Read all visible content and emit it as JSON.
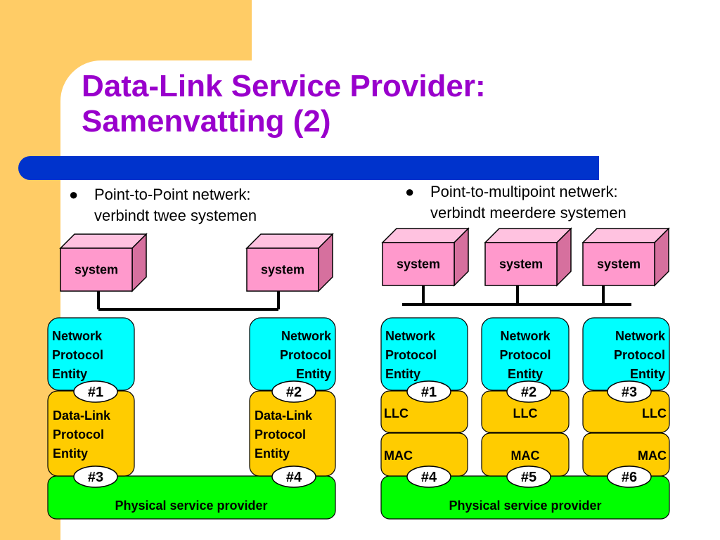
{
  "title": {
    "line1": "Data-Link Service Provider:",
    "line2": "Samenvatting (2)"
  },
  "bullets": [
    {
      "symbol": "●",
      "line1": "Point-to-Point netwerk:",
      "line2": "verbindt twee systemen"
    },
    {
      "symbol": "●",
      "line1": "Point-to-multipoint netwerk:",
      "line2": "verbindt meerdere systemen"
    }
  ],
  "colors": {
    "background_accent": "#FFCC66",
    "title": "#9900CC",
    "title_bar": "#0033CC",
    "system_box": "#FF99CC",
    "network_entity": "#00FFFF",
    "datalink_entity": "#FFCC00",
    "physical_provider": "#00FF00"
  },
  "left": {
    "systems": [
      "system",
      "system"
    ],
    "network_entities": [
      [
        "Network",
        "Protocol",
        "Entity"
      ],
      [
        "Network",
        "Protocol",
        "Entity"
      ]
    ],
    "upper_saps": [
      "#1",
      "#2"
    ],
    "datalink_entities": [
      [
        "Data-Link",
        "Protocol",
        "Entity"
      ],
      [
        "Data-Link",
        "Protocol",
        "Entity"
      ]
    ],
    "lower_saps": [
      "#3",
      "#4"
    ],
    "physical": "Physical service provider"
  },
  "right": {
    "systems": [
      "system",
      "system",
      "system"
    ],
    "network_entities": [
      [
        "Network",
        "Protocol",
        "Entity"
      ],
      [
        "Network",
        "Protocol",
        "Entity"
      ],
      [
        "Network",
        "Protocol",
        "Entity"
      ]
    ],
    "upper_saps": [
      "#1",
      "#2",
      "#3"
    ],
    "llc": [
      "LLC",
      "LLC",
      "LLC"
    ],
    "mac": [
      "MAC",
      "MAC",
      "MAC"
    ],
    "lower_saps": [
      "#4",
      "#5",
      "#6"
    ],
    "physical": "Physical service provider"
  }
}
